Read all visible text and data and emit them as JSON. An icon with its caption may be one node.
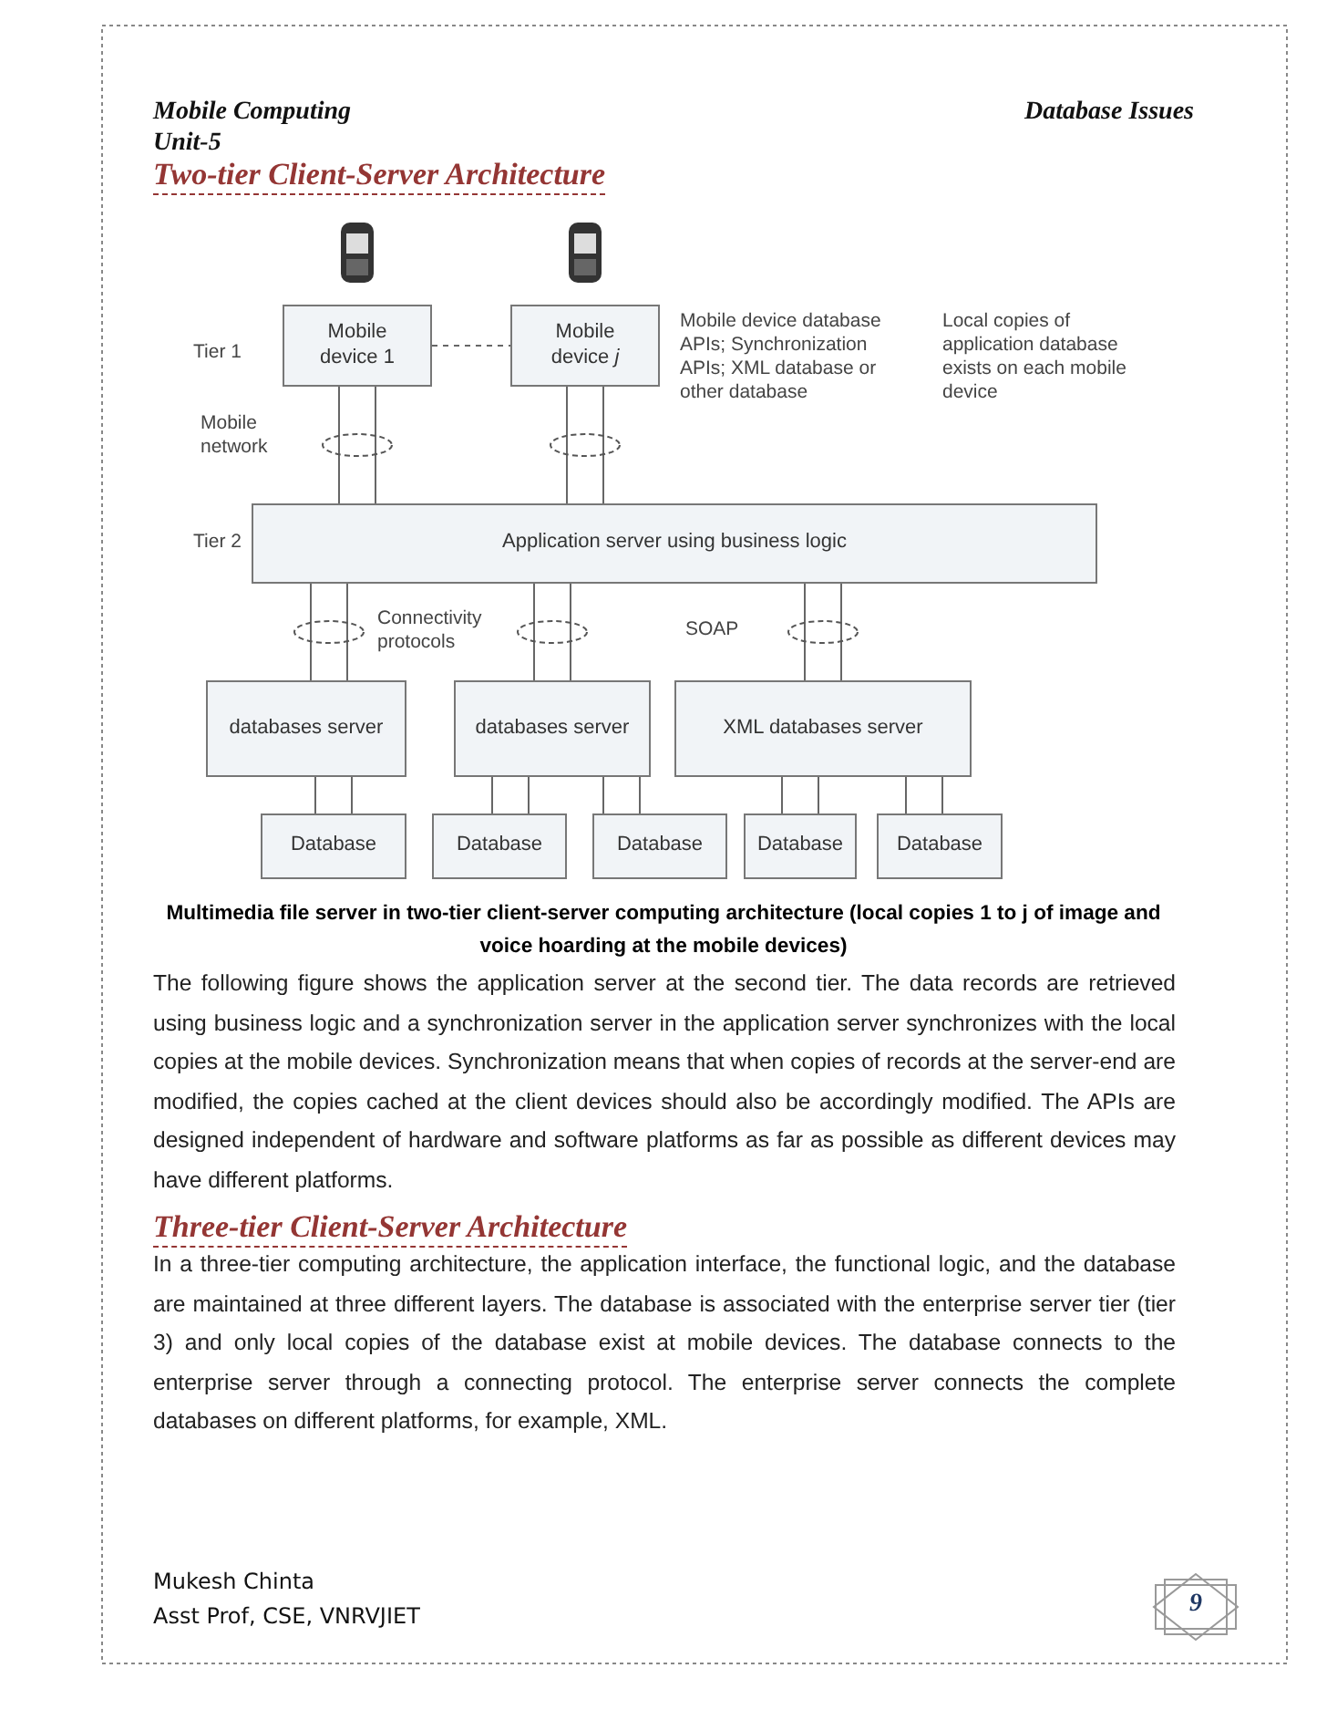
{
  "diagram": {
    "title": "Two-tier Client-Server Architecture",
    "caption": "Multimedia file server in two-tier client-server computing architecture (local copies 1 to j of image and voice hoarding at the mobile devices)",
    "nodes": [
      {
        "text": [
          "Mobile device 1"
        ]
      },
      {
        "text": [
          "Mobile device *j*"
        ]
      },
      {
        "text": [
          "Application server using business logic"
        ]
      },
      {
        "text": [
          "databases server"
        ]
      },
      {
        "text": [
          "databases server"
        ]
      },
      {
        "text": [
          "XML databases server"
        ]
      },
      {
        "text": [
          "Database"
        ]
      },
      {
        "text": [
          "Database"
        ]
      },
      {
        "text": [
          "Database"
        ]
      },
      {
        "text": [
          "Database"
        ]
      },
      {
        "text": [
          "Database"
        ]
      }
    ],
    "edges": [
      {
        "from": 0,
        "to": 1,
        "arrow": "none",
        "style": "dashed"
      },
      {
        "from": 0,
        "to": 2,
        "arrow": "none"
      },
      {
        "from": 1,
        "to": 2,
        "arrow": "none"
      },
      {
        "from": 2,
        "to": 3,
        "arrow": "none"
      },
      {
        "from": 2,
        "to": 4,
        "arrow": "none"
      },
      {
        "from": 2,
        "to": 5,
        "arrow": "none"
      },
      {
        "from": 3,
        "to": 6,
        "arrow": "none"
      },
      {
        "from": 4,
        "to": 7,
        "arrow": "none"
      },
      {
        "from": 4,
        "to": 8,
        "arrow": "none"
      },
      {
        "from": 5,
        "to": 9,
        "arrow": "none"
      },
      {
        "from": 5,
        "to": 10,
        "arrow": "none"
      }
    ],
    "labels": [
      "Mobile Computing",
      "Database Issues",
      "Unit-5",
      "Tier 1",
      "Mobile device database APIs; Synchronization APIs; XML database or other database",
      "Local copies of application database exists on each mobile device",
      "Mobile network",
      "Tier 2",
      "Connectivity protocols",
      "SOAP",
      "The following figure shows the application server at the second tier. The data records are retrieved using business logic and a synchronization server in the application server synchronizes with the local copies at the mobile devices. Synchronization means that when copies of records at the server-end are modified, the copies cached at the client devices should also be accordingly modified. The APIs are designed independent of hardware and software platforms as far as possible as different devices may have different platforms.",
      "Three-tier Client-Server Architecture",
      "In a three-tier computing architecture, the application interface, the functional logic, and the database are maintained at three different layers. The database is associated with the enterprise server tier (tier 3) and only local copies of the database exist at mobile devices. The database connects to the enterprise server through a connecting protocol. The enterprise server connects the complete databases on different platforms, for example, XML.",
      "Mukesh Chinta",
      "Asst Prof, CSE, VNRVJIET",
      "9"
    ]
  }
}
